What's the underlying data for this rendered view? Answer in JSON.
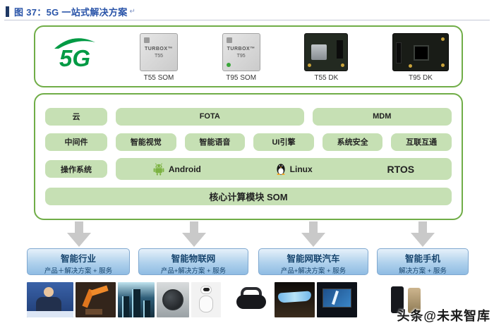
{
  "header": {
    "title": "图 37：5G 一站式解决方案",
    "return_mark": "↵"
  },
  "hero": {
    "logo_text": "5G",
    "products": [
      {
        "caption": "T55 SOM",
        "chip_line1": "TURBOX™",
        "chip_line2": "T55"
      },
      {
        "caption": "T95 SOM",
        "chip_line1": "TURBOX™",
        "chip_line2": "T95"
      },
      {
        "caption": "T55 DK"
      },
      {
        "caption": "T95 DK"
      }
    ]
  },
  "stack": {
    "rows": [
      {
        "label": "云",
        "items": [
          "FOTA",
          "MDM"
        ]
      },
      {
        "label": "中间件",
        "items": [
          "智能视觉",
          "智能语音",
          "UI引擎",
          "系统安全",
          "互联互通"
        ]
      },
      {
        "label": "操作系统",
        "items": [
          "Android",
          "Linux",
          "RTOS"
        ]
      },
      {
        "label": "",
        "items": [
          "核心计算模块 SOM"
        ]
      }
    ]
  },
  "applications": [
    {
      "title": "智能行业",
      "subtitle": "产品＋解决方案 + 服务"
    },
    {
      "title": "智能物联网",
      "subtitle": "产品+解决方案 + 服务"
    },
    {
      "title": "智能网联汽车",
      "subtitle": "产品+解决方案 + 服务"
    },
    {
      "title": "智能手机",
      "subtitle": "解决方案 + 服务"
    }
  ],
  "gallery": [
    "news-anchor",
    "industrial-robot",
    "city-skyline",
    "robot-vacuum",
    "humanoid-robot",
    "vr-headset",
    "car-cockpit",
    "car-navigation",
    "smartphones"
  ],
  "watermark": "头条@未来智库",
  "colors": {
    "panel_border_green": "#70AD47",
    "pill_green": "#C6E0B4",
    "title_blue": "#2853A8",
    "app_box_text_blue": "#17456E",
    "arrow_gray": "#C9C9C9",
    "logo_green": "#009A44"
  }
}
